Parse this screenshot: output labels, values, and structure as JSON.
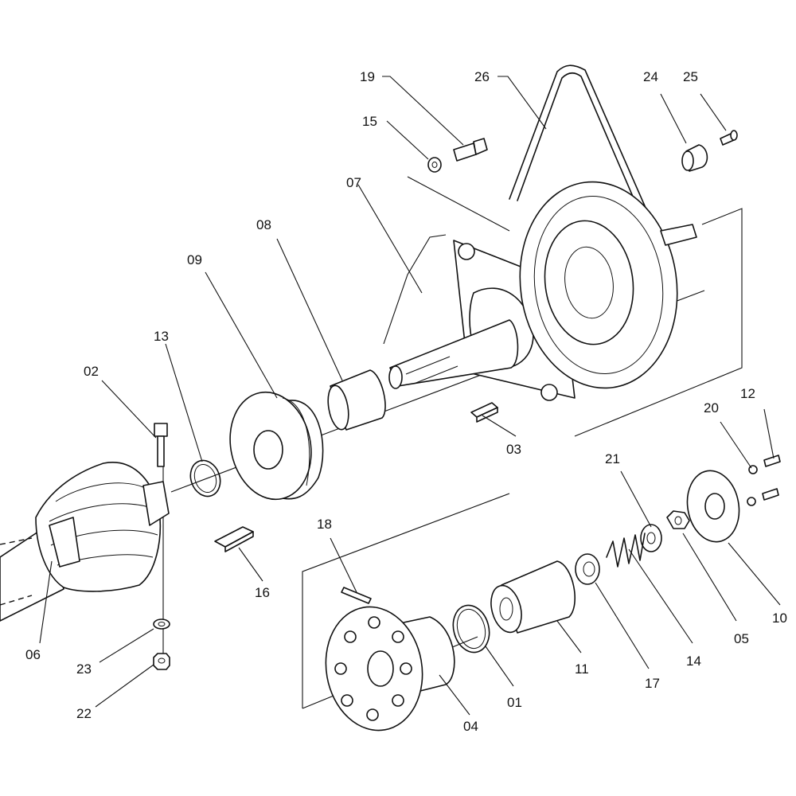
{
  "colors": {
    "ink": "#111111",
    "background": "#ffffff"
  },
  "diagram": {
    "type": "exploded-parts-diagram",
    "part_labels": [
      "01",
      "02",
      "03",
      "04",
      "05",
      "06",
      "07",
      "08",
      "09",
      "10",
      "11",
      "12",
      "13",
      "14",
      "15",
      "16",
      "17",
      "18",
      "19",
      "20",
      "21",
      "22",
      "23",
      "24",
      "25",
      "26"
    ]
  }
}
